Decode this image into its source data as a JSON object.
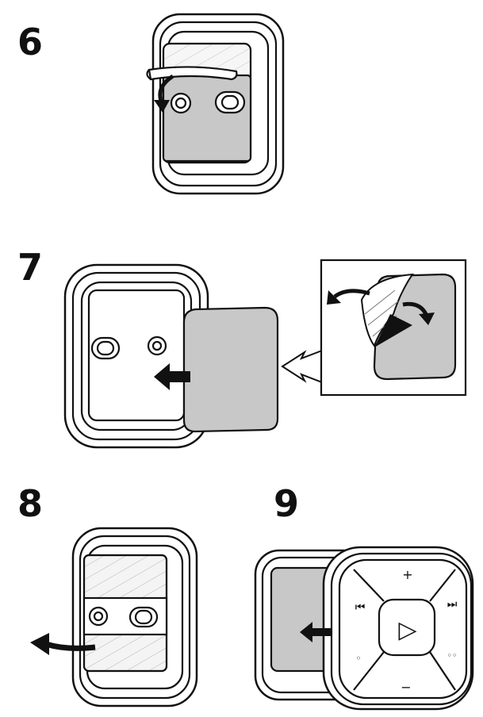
{
  "steps": [
    {
      "number": "6"
    },
    {
      "number": "7"
    },
    {
      "number": "8"
    },
    {
      "number": "9"
    }
  ],
  "remote": {
    "plus": "+",
    "minus": "−",
    "prev": "⏮",
    "next": "⏭",
    "play": "▷",
    "left_dot": "◦",
    "right_dots": "◦◦"
  },
  "icons": [
    "arrow-icon",
    "bracket-icon",
    "remote-icon",
    "adhesive-pad-icon"
  ],
  "colors": {
    "line": "#111111",
    "pad": "#c8c8c8",
    "film": "#f4f4f4"
  }
}
